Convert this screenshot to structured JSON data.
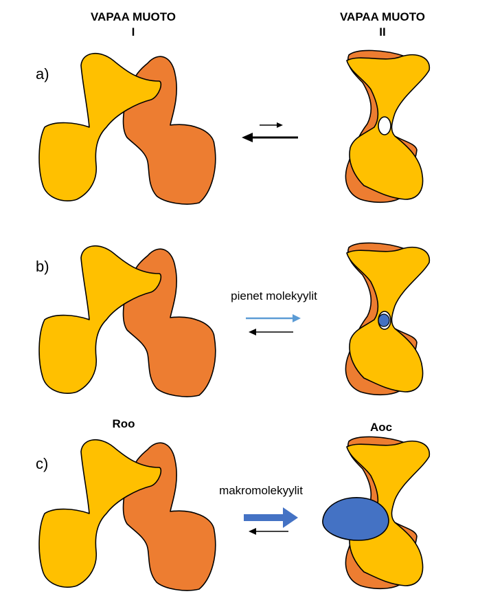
{
  "headers": {
    "col1_line1": "VAPAA MUOTO",
    "col1_line2": "I",
    "col2_line1": "VAPAA MUOTO",
    "col2_line2": "II"
  },
  "rows": [
    {
      "label": "a)",
      "arrow_text": ""
    },
    {
      "label": "b)",
      "arrow_text": "pienet molekyylit"
    },
    {
      "label": "c)",
      "arrow_text": "makromolekyylit"
    }
  ],
  "states": {
    "left_c": "Roo",
    "right_c": "Aoc"
  },
  "colors": {
    "yellow": "#FFC000",
    "orange": "#ED7D31",
    "ligand": "#4472C4",
    "light_arrow": "#5B9BD5",
    "black": "#000000"
  }
}
